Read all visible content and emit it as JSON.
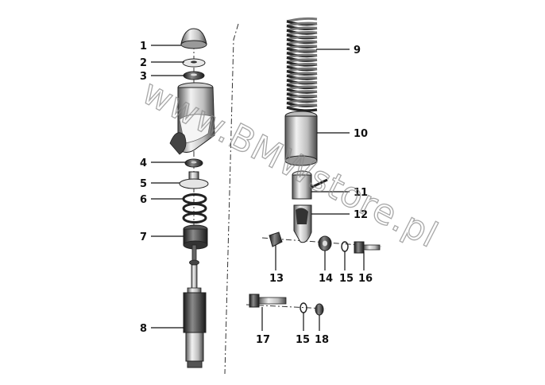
{
  "diagram": {
    "callouts": [
      "1",
      "2",
      "3",
      "4",
      "5",
      "6",
      "7",
      "8",
      "9",
      "10",
      "11",
      "12",
      "13",
      "14",
      "15",
      "16",
      "17",
      "15",
      "18"
    ],
    "watermark": "www.BMWstore.pl"
  },
  "colors": {
    "line": "#111111",
    "part_fill": "#d9d9d9",
    "part_dark": "#3a3a3a",
    "watermark": "#8a8a8a"
  }
}
